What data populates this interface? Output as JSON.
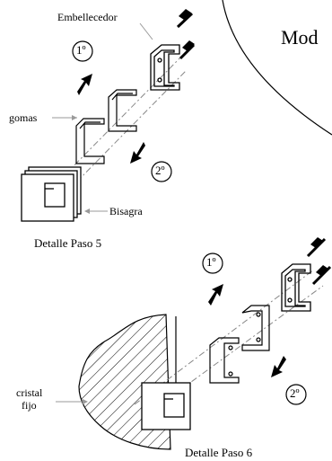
{
  "colors": {
    "ink": "#000000",
    "paper": "#ffffff",
    "leader": "#9a9a9a"
  },
  "labels": {
    "embellecedor": "Embellecedor",
    "gomas": "gomas",
    "bisagra": "Bisagra",
    "cristal_line1": "cristal",
    "cristal_line2": "fijo",
    "mod": "Mod",
    "step1": "1º",
    "step2": "2º"
  },
  "captions": {
    "detalle5": "Detalle Paso 5",
    "detalle6": "Detalle Paso 6"
  },
  "icons": [
    "screw-icon",
    "push-arrow-icon",
    "step-number-circle"
  ]
}
